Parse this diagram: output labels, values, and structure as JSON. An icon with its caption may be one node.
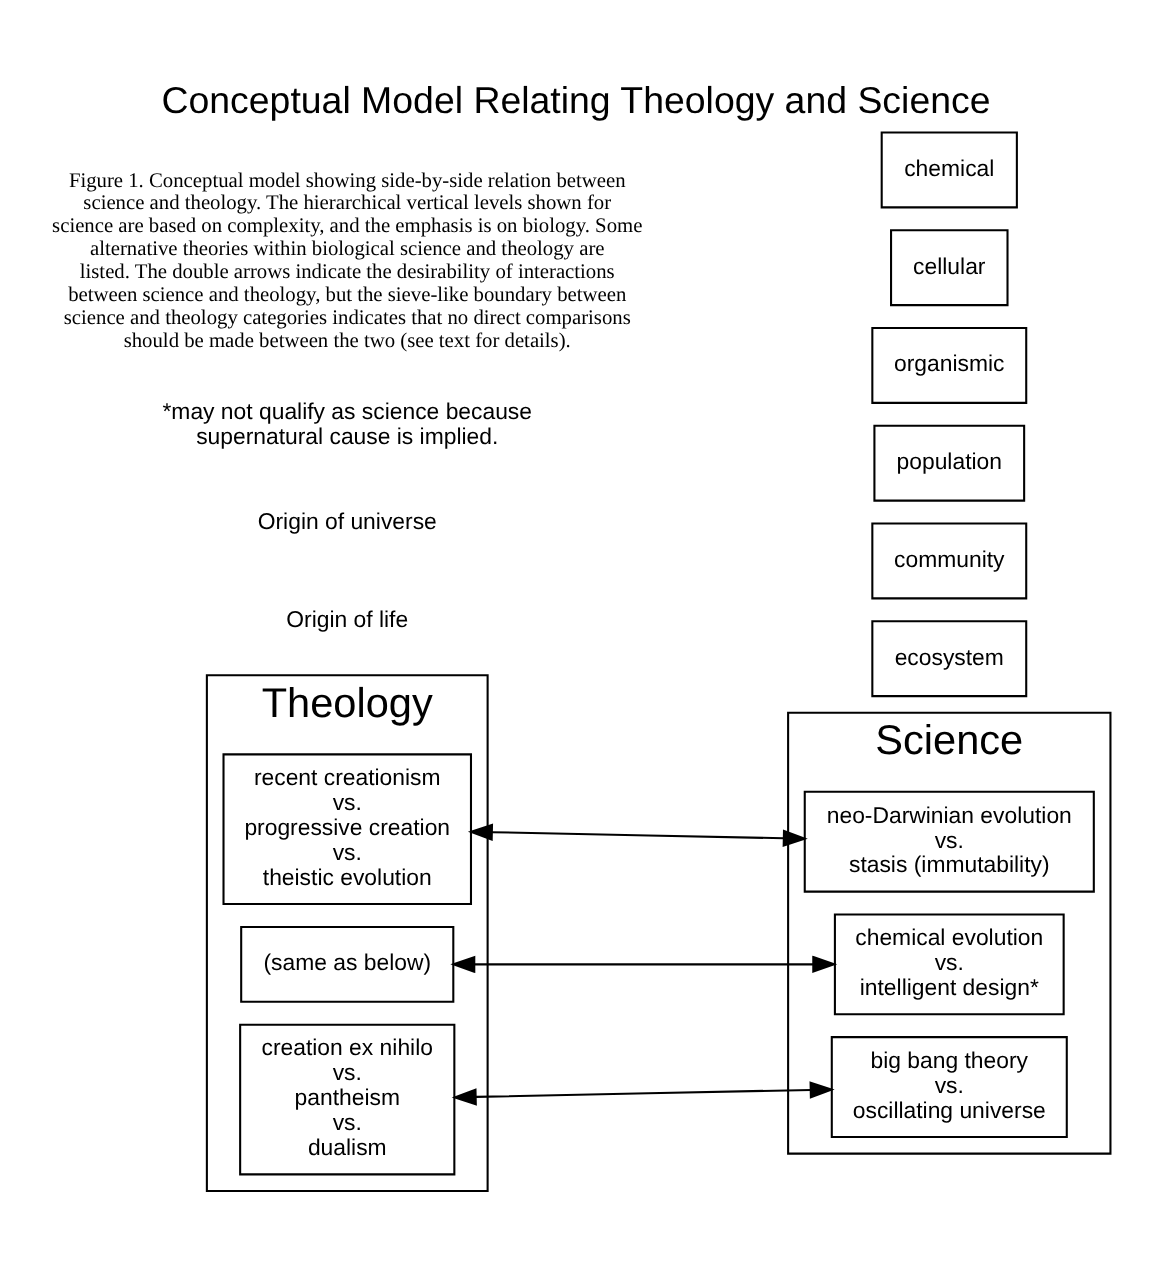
{
  "diagram": {
    "title": "Conceptual Model Relating Theology and Science",
    "caption": "Figure 1. Conceptual model showing side-by-side relation between science and theology. The hierarchical vertical levels shown for science are based on complexity, and the emphasis is on biology. Some alternative theories within biological science and theology are listed. The double arrows indicate the desirability of interactions between science and theology, but the sieve-like boundary between science and theology categories indicates that no direct comparisons should be made between the two (see text for details).",
    "nodes": [
      {
        "text": [
          "Theology"
        ]
      },
      {
        "text": [
          "Science"
        ]
      },
      {
        "text": [
          "recent creationism vs. progressive creation vs. theistic evolution"
        ],
        "in": 0
      },
      {
        "text": [
          "(same as below)"
        ],
        "in": 0
      },
      {
        "text": [
          "creation ex nihilo vs. pantheism vs. dualism"
        ],
        "in": 0
      },
      {
        "text": [
          "neo-Darwinian evolution vs. stasis (immutability)"
        ],
        "in": 1
      },
      {
        "text": [
          "chemical evolution vs. intelligent design*"
        ],
        "in": 1
      },
      {
        "text": [
          "big bang theory vs. oscillating universe"
        ],
        "in": 1
      },
      {
        "text": [
          "ecosystem"
        ]
      },
      {
        "text": [
          "community"
        ]
      },
      {
        "text": [
          "population"
        ]
      },
      {
        "text": [
          "organismic"
        ]
      },
      {
        "text": [
          "cellular"
        ]
      },
      {
        "text": [
          "chemical"
        ]
      }
    ],
    "edges": [
      {
        "from": 2,
        "to": 5,
        "arrow": "both"
      },
      {
        "from": 3,
        "to": 6,
        "arrow": "both"
      },
      {
        "from": 4,
        "to": 7,
        "arrow": "both"
      }
    ],
    "labels": [
      "Origin of life",
      "Origin of universe",
      "*may not qualify as science because supernatural cause is implied."
    ]
  }
}
